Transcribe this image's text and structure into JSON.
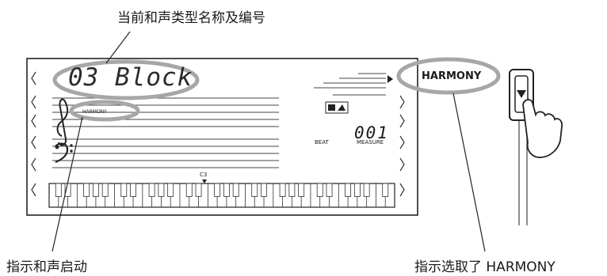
{
  "callouts": {
    "top": "当前和声类型名称及编号",
    "left": "指示和声启动",
    "right": "指示选取了 HARMONY"
  },
  "lcd": {
    "main_display": "03 Block",
    "harmony_indicator": "HARMONY",
    "harmony_small": "HARMONY",
    "beat_label": "BEAT",
    "measure_label": "MEASURE",
    "measure_value": "001",
    "c3_label": "C3"
  },
  "button": {
    "name": "down-arrow-button",
    "glyph": "▼"
  }
}
